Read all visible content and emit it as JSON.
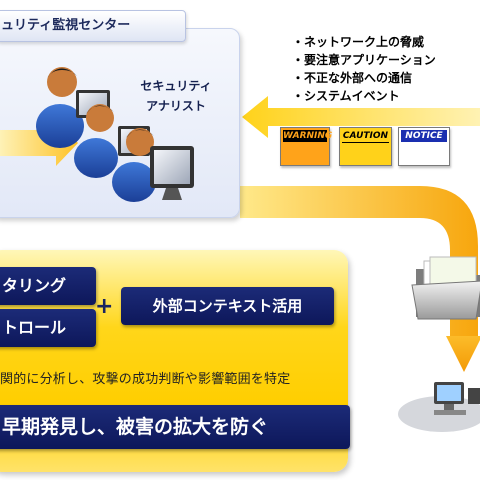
{
  "center": {
    "title": "ュリティ監視センター",
    "analyst_line1": "セキュリティ",
    "analyst_line2": "アナリスト"
  },
  "threats": {
    "items": [
      "・ネットワーク上の脅威",
      "・要注意アプリケーション",
      "・不正な外部への通信",
      "・システムイベント"
    ]
  },
  "tags": {
    "warning": "WARNING",
    "caution": "CAUTION",
    "notice": "NOTICE"
  },
  "services": {
    "monitoring": "タリング",
    "control": "トロール",
    "plus": "+",
    "context": "外部コンテキスト活用",
    "analysis": "関的に分析し、攻撃の成功判断や影響範囲を特定",
    "goal": "早期発見し、被害の拡大を防ぐ"
  },
  "colors": {
    "navy": "#0d175a",
    "yellow": "#ffce00",
    "arrow_orange": "#f7a60d"
  }
}
